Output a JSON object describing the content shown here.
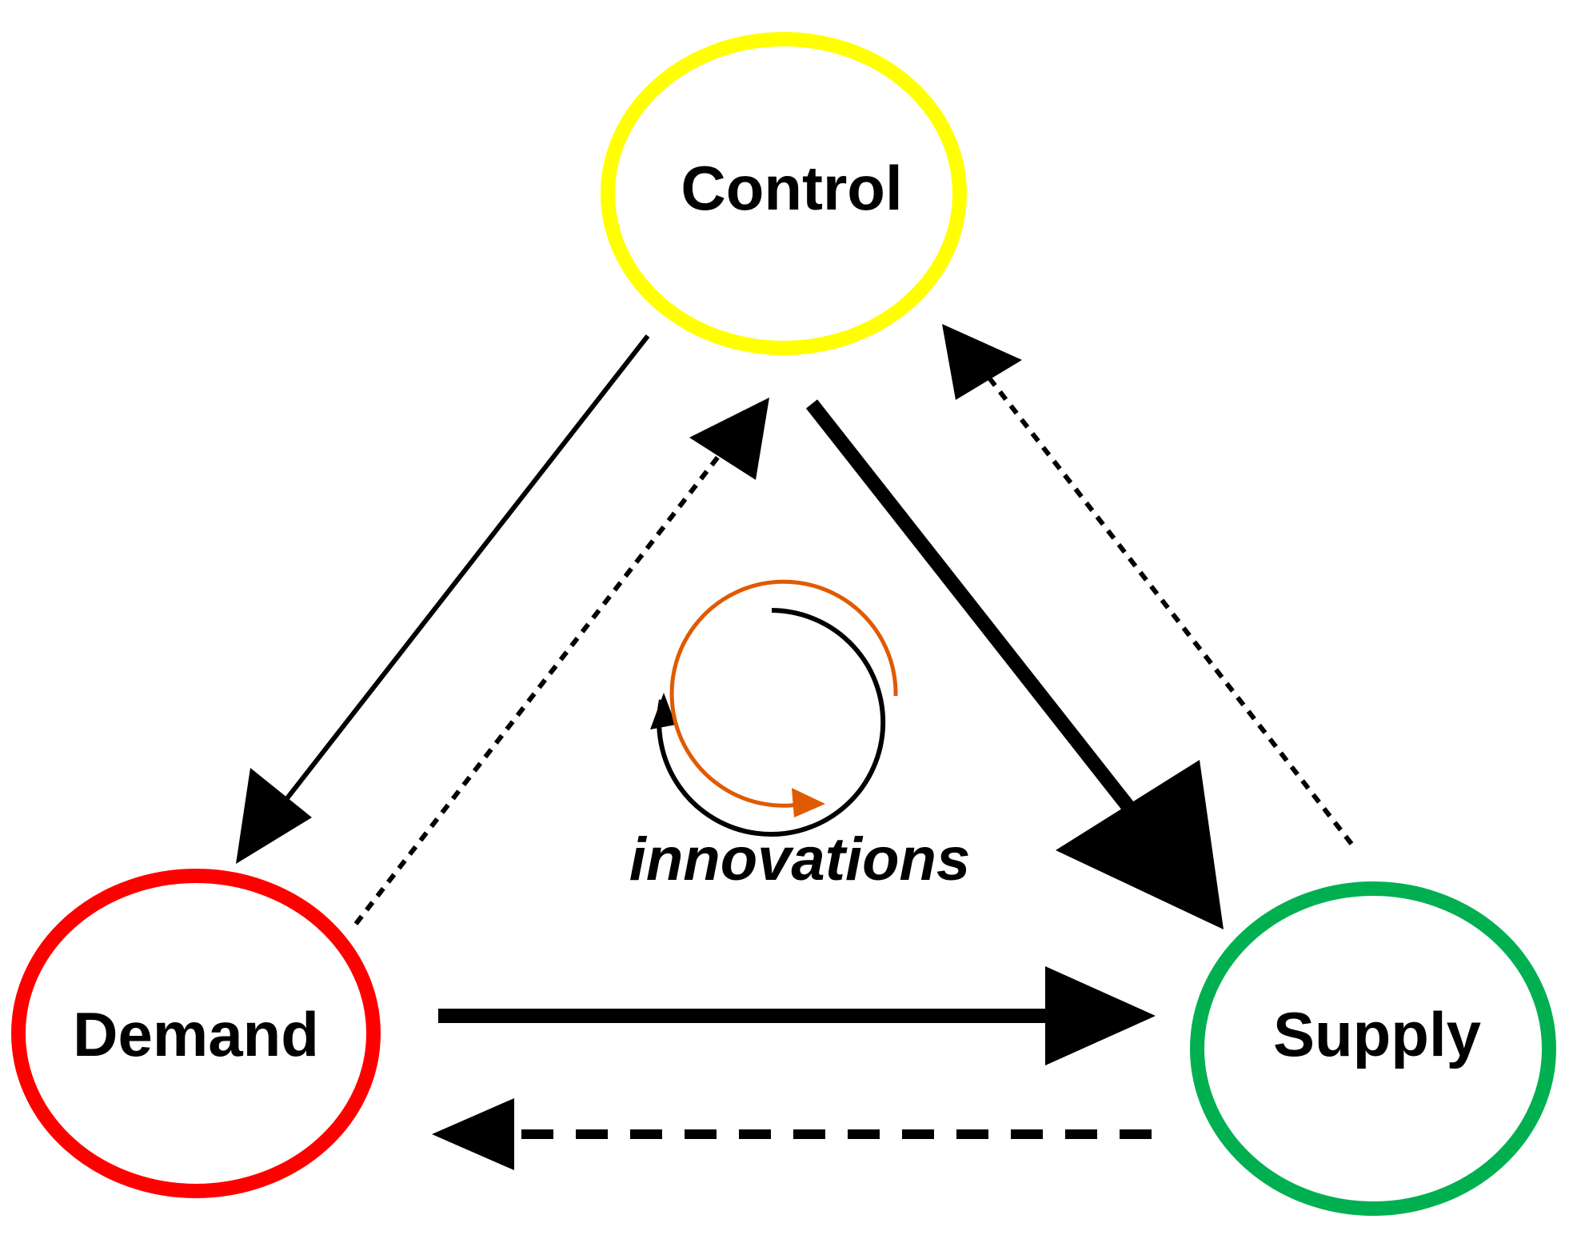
{
  "nodes": {
    "control": {
      "label": "Control",
      "color": "#ffff00"
    },
    "demand": {
      "label": "Demand",
      "color": "#ff0000"
    },
    "supply": {
      "label": "Supply",
      "color": "#00b050"
    }
  },
  "center": {
    "label": "innovations",
    "cycle_colors": {
      "outer": "#e05a00",
      "inner": "#000000"
    }
  },
  "arrows": [
    {
      "from": "control",
      "to": "demand",
      "style": "solid-thin"
    },
    {
      "from": "demand",
      "to": "control",
      "style": "dotted"
    },
    {
      "from": "control",
      "to": "supply",
      "style": "solid-thick"
    },
    {
      "from": "supply",
      "to": "control",
      "style": "dotted"
    },
    {
      "from": "demand",
      "to": "supply",
      "style": "solid-thick"
    },
    {
      "from": "supply",
      "to": "demand",
      "style": "dashed"
    }
  ]
}
